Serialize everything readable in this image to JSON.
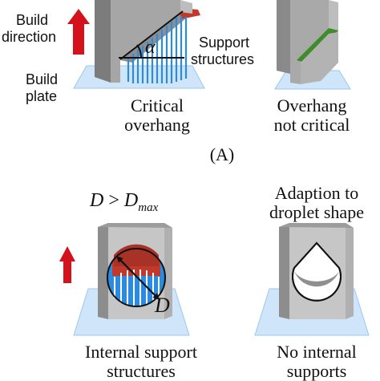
{
  "top": {
    "build_direction": [
      "Build",
      "direction"
    ],
    "build_plate": [
      "Build",
      "plate"
    ],
    "alpha": "α",
    "support_structures": [
      "Support",
      "structures"
    ],
    "critical_overhang": [
      "Critical",
      "overhang"
    ],
    "overhang_not_critical": [
      "Overhang",
      "not critical"
    ],
    "panel_label": "(A)"
  },
  "bottom": {
    "d_formula_d": "D",
    "d_formula_gt": ">",
    "d_formula_dmax": "D",
    "d_formula_sub": "max",
    "d_label": "D",
    "adaption": [
      "Adaption to",
      "droplet shape"
    ],
    "internal_support": [
      "Internal support",
      "structures"
    ],
    "no_internal": [
      "No internal",
      "supports"
    ]
  },
  "colors": {
    "arrow_red": "#d3121b",
    "support_blue": "#2b8be0",
    "plate_blue": "#cfe6fa",
    "overhang_green": "#3f8c2a",
    "critical_red": "#c0392b",
    "block_gray": "#a8a8a8"
  }
}
